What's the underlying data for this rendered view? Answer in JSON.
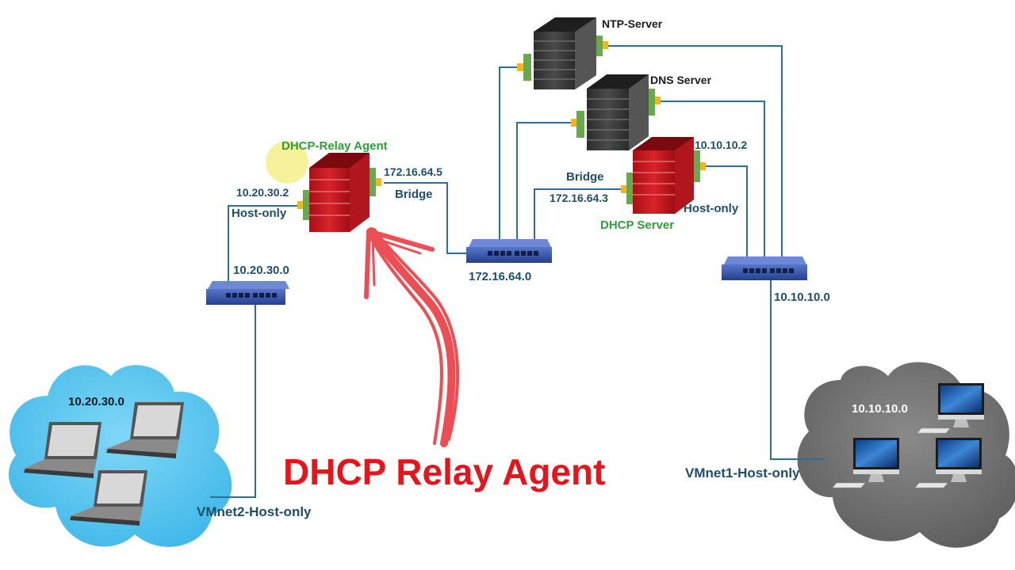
{
  "title": "DHCP Relay Agent",
  "labels": {
    "ntp_server": "NTP-Server",
    "dns_server": "DNS Server",
    "dhcp_server": "DHCP Server",
    "dhcp_relay_agent": "DHCP-Relay Agent",
    "relay_wan_ip": "172.16.64.5",
    "relay_wan_mode": "Bridge",
    "relay_lan_ip": "10.20.30.2",
    "relay_lan_mode": "Host-only",
    "dhcp_bridge_mode": "Bridge",
    "dhcp_bridge_ip": "172.16.64.3",
    "dhcp_host_ip": "10.10.10.2",
    "dhcp_host_mode": "Host-only",
    "net_left_switch": "10.20.30.0",
    "net_middle_switch": "172.16.64.0",
    "net_right_switch": "10.10.10.0",
    "left_cloud_net": "10.20.30.0",
    "right_cloud_net": "10.10.10.0",
    "vmnet2": "VMnet2-Host-only",
    "vmnet1": "VMnet1-Host-only"
  },
  "colors": {
    "wire": "#2a6fa0",
    "label": "#1d4e6b",
    "green_label": "#2e9e3a",
    "title": "#e8141b",
    "left_cloud": "#4fc3ef",
    "right_cloud": "#6b6b6b",
    "server_gray": "#3d3d3d",
    "server_red": "#c8141b",
    "switch": "#2b4aa0",
    "highlight": "#f3f08a"
  },
  "icons": [
    "server-icon",
    "switch-icon",
    "laptop-icon",
    "imac-icon",
    "cloud-icon",
    "arrow-icon"
  ]
}
